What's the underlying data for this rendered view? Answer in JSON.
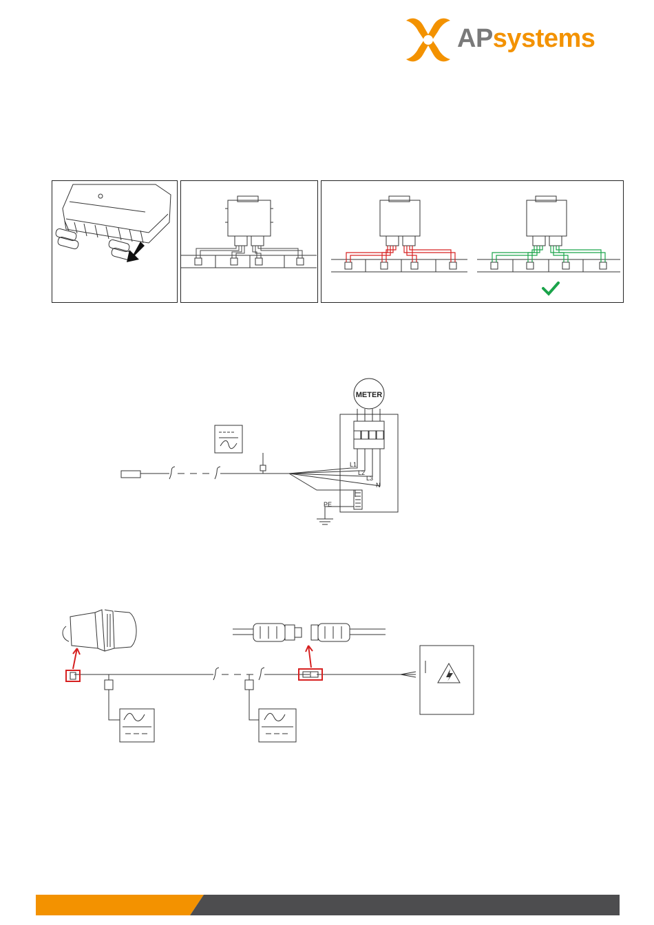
{
  "brand": {
    "name_ap": "AP",
    "name_systems": "systems",
    "accent_color": "#f39200",
    "grey_color": "#7a7a7a",
    "logo_icon": "apsystems-logo-icon"
  },
  "figure1": {
    "panel_a": {
      "arrow_icon": "down-arrow-icon"
    },
    "panel_b": {},
    "panel_c": {
      "wrong_wire_color": "#d62020",
      "correct_wire_color": "#1aa34a",
      "check_icon": "checkmark-icon"
    }
  },
  "figure2": {
    "meter_label": "METER",
    "lines": [
      "L1",
      "L2",
      "L3",
      "N"
    ],
    "pe_label": "PE"
  },
  "figure3": {
    "highlight_color": "#d62020",
    "icons": [
      "end-cap-icon",
      "connector-icon",
      "distribution-box-icon",
      "high-voltage-icon",
      "ac-inverter-icon"
    ]
  },
  "footer": {
    "orange": "#f39200",
    "dark": "#4d4d4f"
  }
}
